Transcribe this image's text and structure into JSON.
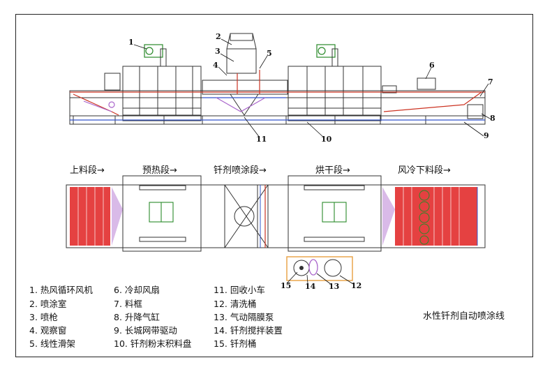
{
  "callouts": [
    "1",
    "2",
    "3",
    "4",
    "5",
    "6",
    "7",
    "8",
    "9",
    "10",
    "11",
    "12",
    "13",
    "14",
    "15"
  ],
  "sections": [
    "上料段→",
    "预热段→",
    "钎剂喷涂段→",
    "烘干段→",
    "风冷下料段→"
  ],
  "legend": [
    "1. 热风循环风机",
    "2. 喷涂室",
    "3. 喷枪",
    "4. 观察窗",
    "5. 线性滑架",
    "6. 冷却风扇",
    "7. 料框",
    "8. 升降气缸",
    "9. 长城网带驱动",
    "10. 钎剂粉末积料盘",
    "11. 回收小车",
    "12. 清洗桶",
    "13. 气动隔膜泵",
    "14. 钎剂搅拌装置",
    "15. 钎剂桶"
  ],
  "title": "水性钎剂自动喷涂线",
  "colors": {
    "frame": "#222222",
    "heater_red": "#e02020",
    "fan_green": "#2a8a2a",
    "belt_blue": "#3355cc",
    "belt_red": "#cc3322",
    "purple": "#aa66cc",
    "orange": "#e8a040"
  }
}
